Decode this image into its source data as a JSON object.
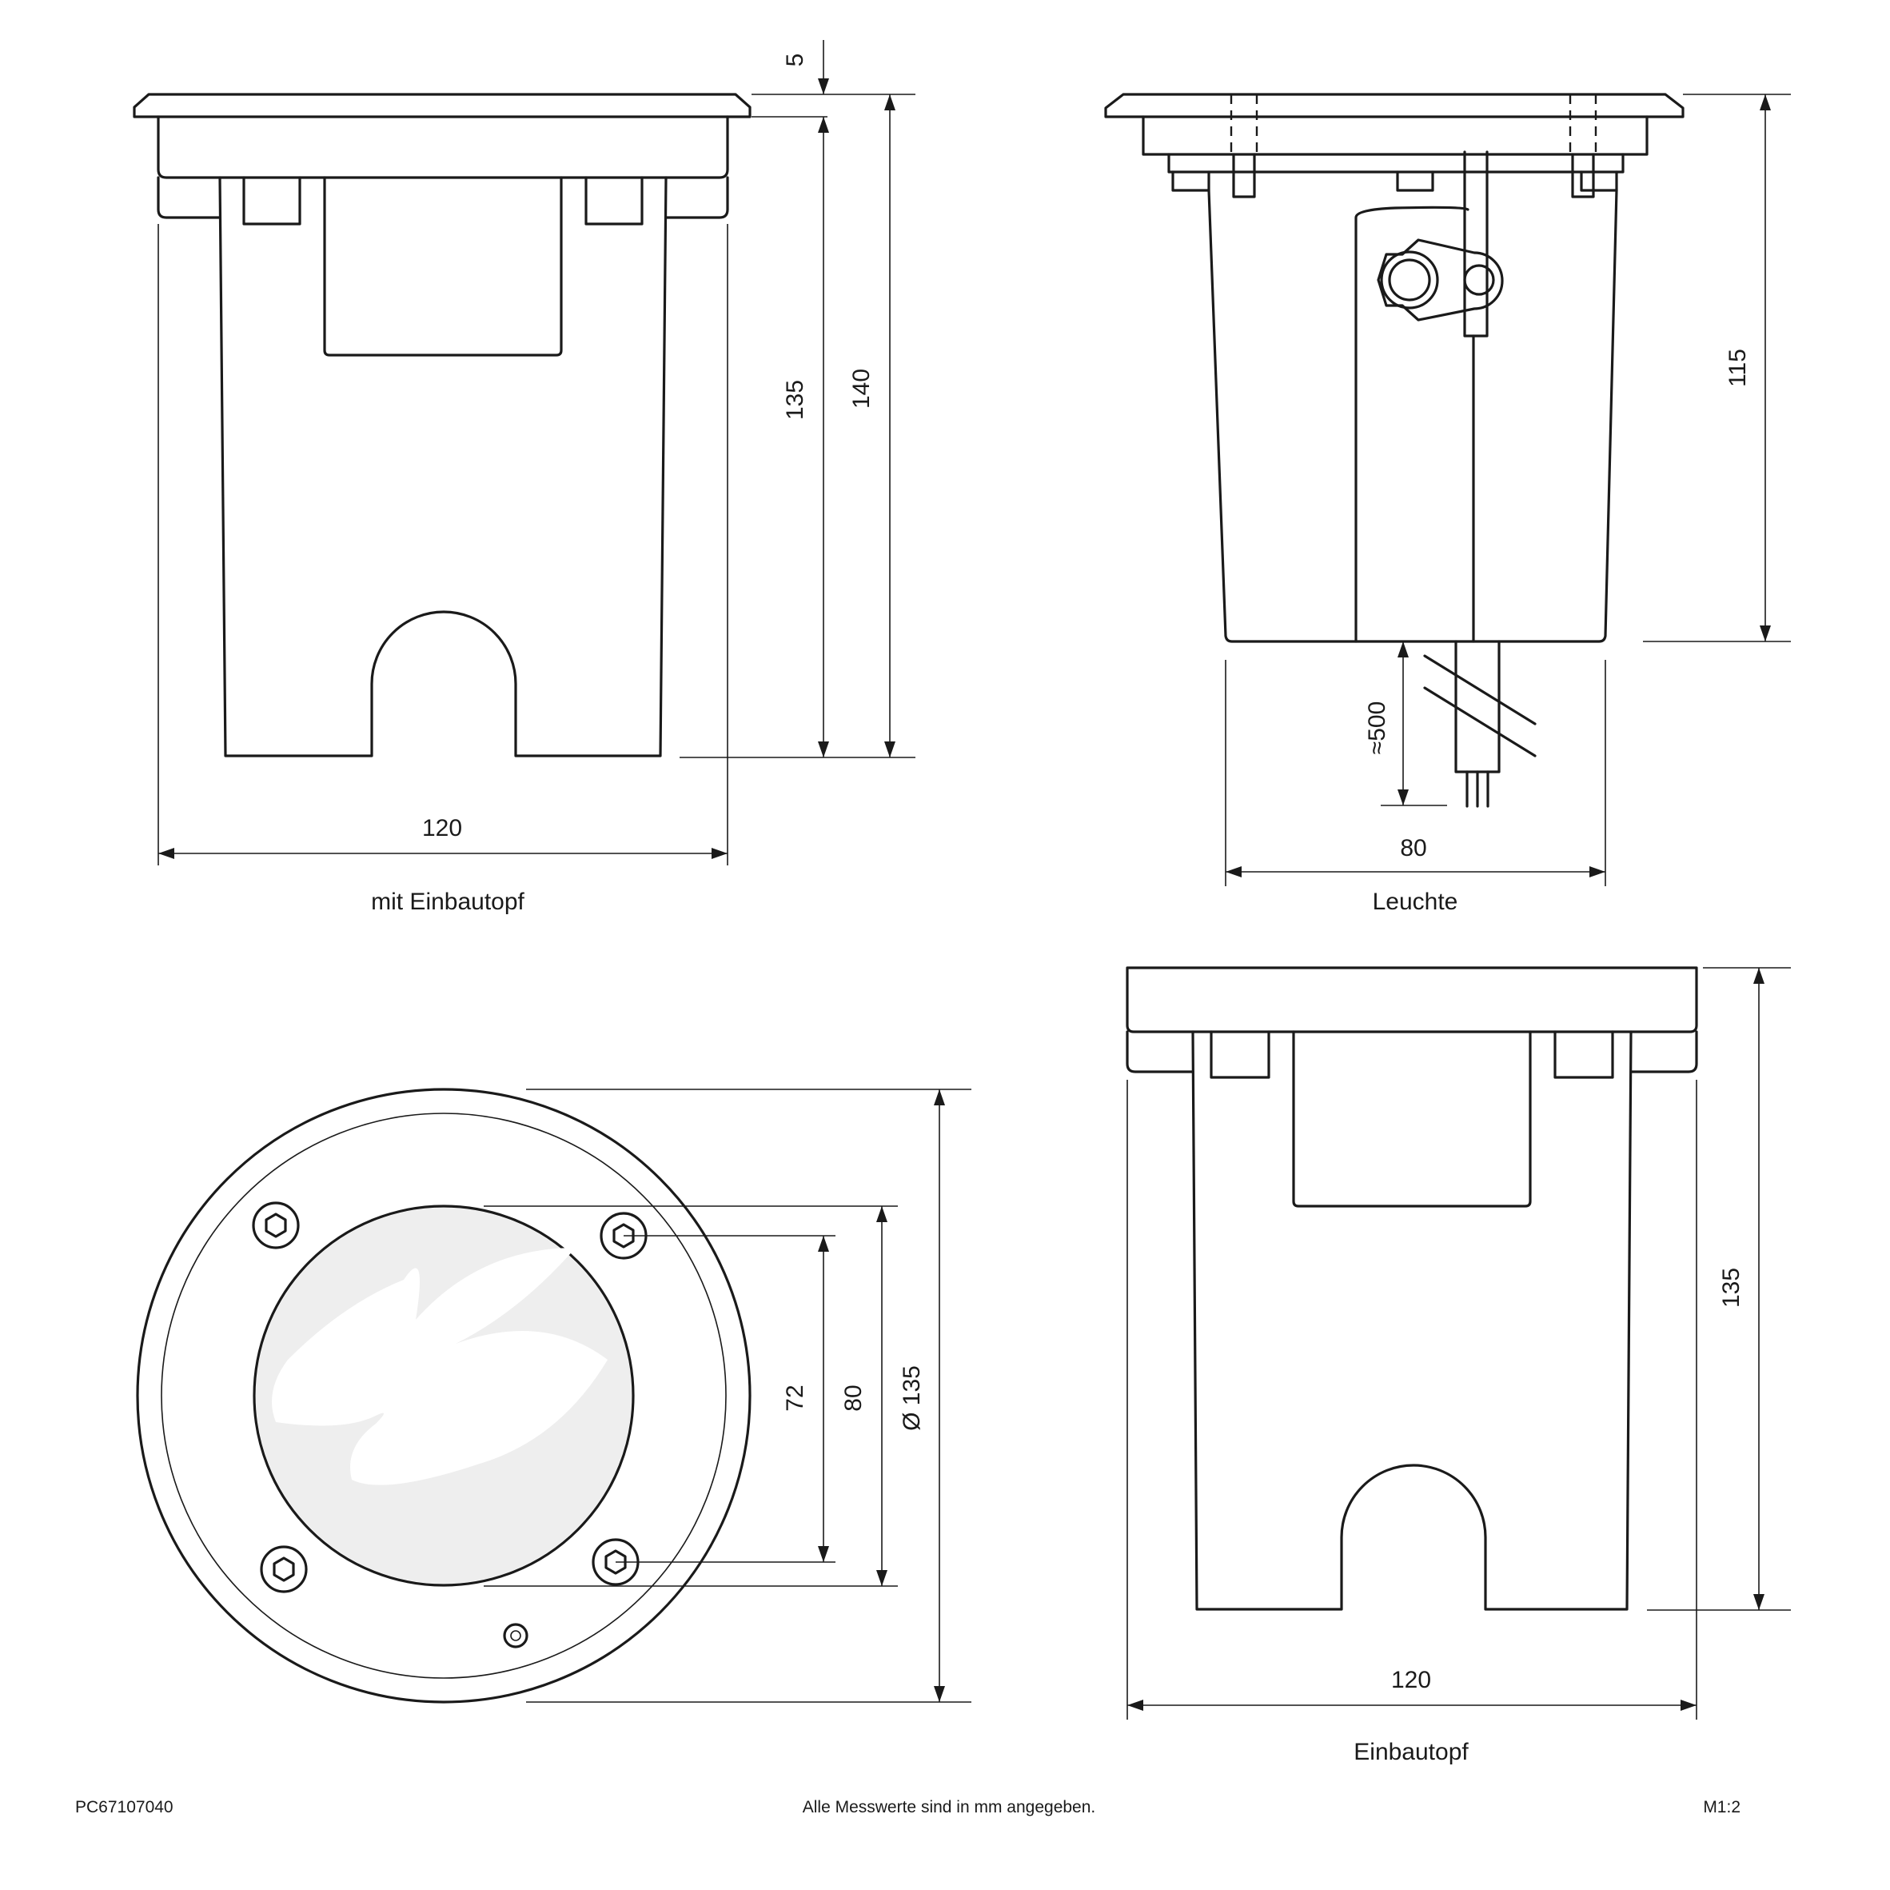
{
  "views": {
    "with_pot": {
      "caption": "mit Einbautopf",
      "dims": {
        "top_gap": "5",
        "height_inner": "135",
        "height_total": "140",
        "width": "120"
      }
    },
    "luminaire": {
      "caption": "Leuchte",
      "dims": {
        "height": "115",
        "cable": "≈500",
        "width": "80"
      }
    },
    "top_view": {
      "dims": {
        "hole_spacing": "72",
        "inner": "80",
        "outer": "Ø 135"
      }
    },
    "pot": {
      "caption": "Einbautopf",
      "dims": {
        "height": "135",
        "width": "120"
      }
    }
  },
  "footer": {
    "code": "PC67107040",
    "note": "Alle Messwerte sind in mm angegeben.",
    "scale": "M1:2"
  }
}
